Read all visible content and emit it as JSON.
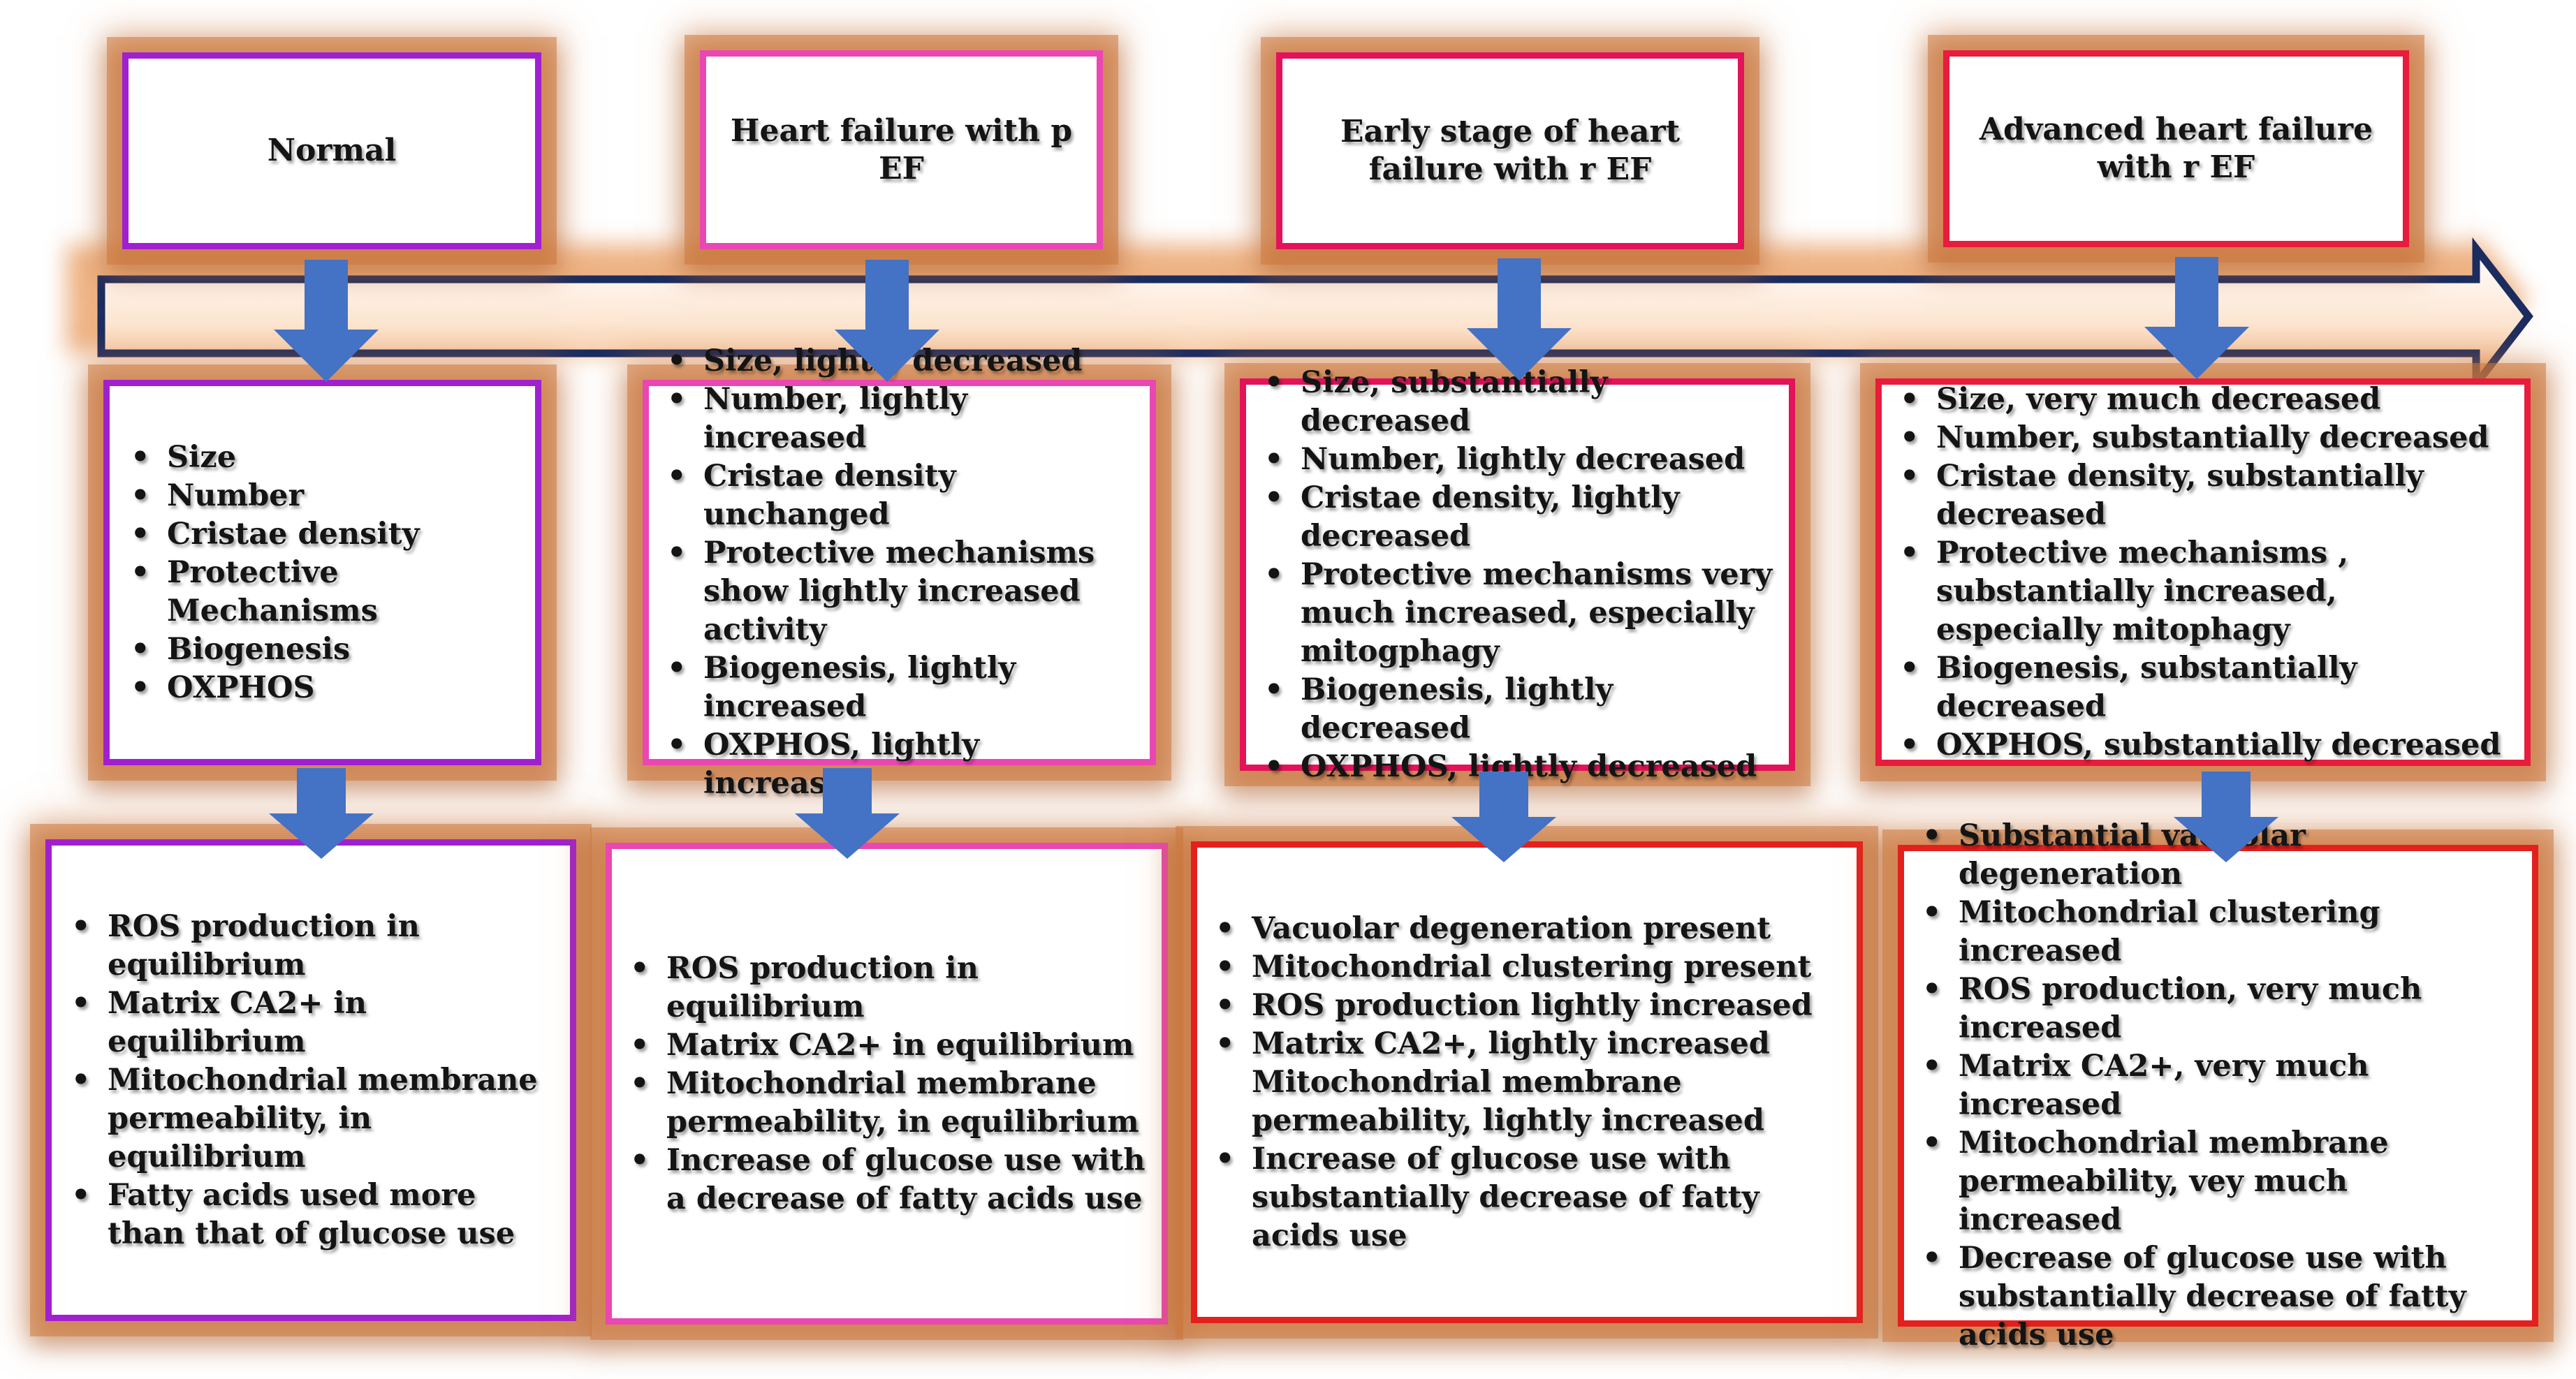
{
  "colors": {
    "stage1": "#a020d0",
    "stage2": "#ea47b3",
    "stage3": "#e2135a",
    "stage4": "#e81c3d",
    "red": "#e3201e",
    "timeline_stroke": "#1b2c5f",
    "arrow_fill": "#4472c4"
  },
  "stages": [
    {
      "title": "Normal",
      "features": [
        "Size",
        "Number",
        "Cristae density",
        "Protective Mechanisms",
        "Biogenesis",
        "OXPHOS"
      ],
      "effects": [
        "ROS production in equilibrium",
        "Matrix CA2+ in equilibrium",
        "Mitochondrial  membrane permeability, in equilibrium",
        "Fatty acids used more than that of glucose use"
      ]
    },
    {
      "title": "Heart failure with p EF",
      "features": [
        "Size, lightly decreased",
        "Number, lightly increased",
        "Cristae density unchanged",
        "Protective mechanisms show lightly increased activity",
        "Biogenesis, lightly increased",
        "OXPHOS, lightly increased"
      ],
      "effects": [
        "ROS production in equilibrium",
        "Matrix CA2+ in equilibrium",
        "Mitochondrial membrane permeability, in equilibrium",
        "Increase of glucose use with a decrease of fatty acids use"
      ]
    },
    {
      "title": "Early stage of heart failure with r EF",
      "features": [
        "Size, substantially decreased",
        "Number, lightly decreased",
        "Cristae density, lightly decreased",
        "Protective mechanisms very much increased, especially mitogphagy",
        "Biogenesis, lightly decreased",
        "OXPHOS, lightly decreased"
      ],
      "effects": [
        "Vacuolar degeneration present",
        "Mitochondrial clustering present",
        "ROS production lightly  increased",
        "Matrix CA2+, lightly increased Mitochondrial membrane  permeability, lightly increased",
        "Increase of glucose use with substantially decrease of fatty acids use"
      ]
    },
    {
      "title": "Advanced heart failure with r EF",
      "features": [
        "Size, very much decreased",
        "Number, substantially decreased",
        "Cristae density, substantially decreased",
        "Protective mechanisms , substantially increased, especially mitophagy",
        "Biogenesis, substantially decreased",
        "OXPHOS, substantially decreased"
      ],
      "effects": [
        "Substantial vacuolar degeneration",
        "Mitochondrial clustering increased",
        "ROS production, very much increased",
        "Matrix CA2+, very much increased",
        "Mitochondrial membrane permeability, vey much increased",
        "Decrease of glucose use with substantially decrease of fatty acids use"
      ]
    }
  ]
}
